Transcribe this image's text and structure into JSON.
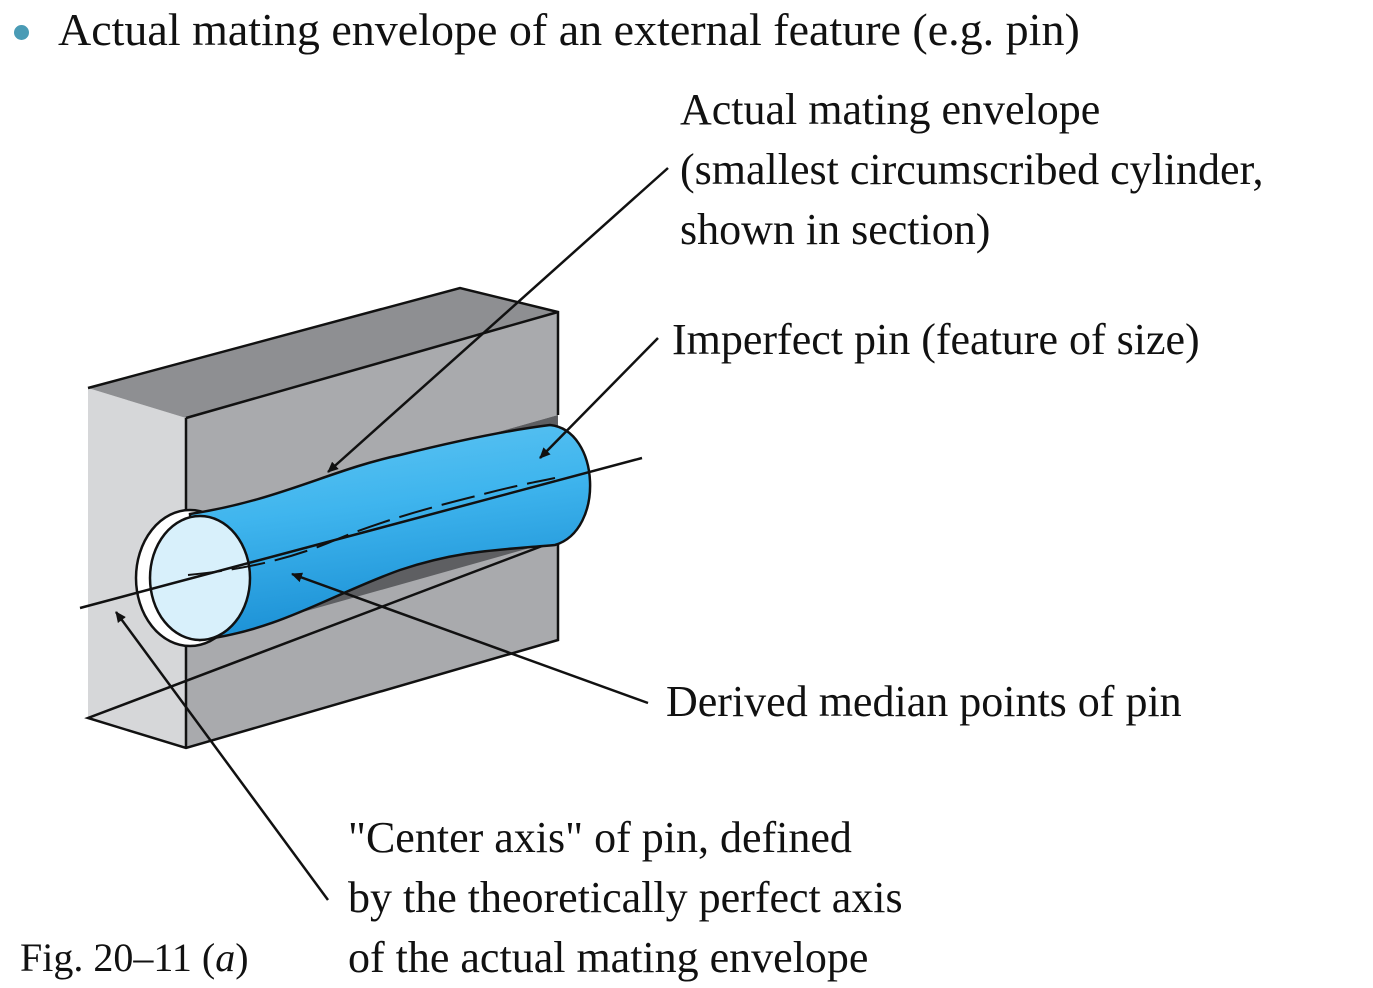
{
  "heading": {
    "text": "Actual mating envelope of an external feature (e.g. pin)"
  },
  "labels": {
    "envelope": {
      "lines": [
        "Actual mating envelope",
        "(smallest circumscribed cylinder,",
        "shown in section)"
      ]
    },
    "pin": {
      "lines": [
        "Imperfect pin (feature of size)"
      ]
    },
    "median": {
      "lines": [
        "Derived median points of pin"
      ]
    },
    "axis": {
      "lines": [
        "\"Center axis\" of pin, defined",
        "by the theoretically perfect axis",
        "of the actual mating envelope"
      ]
    }
  },
  "figure": {
    "prefix": "Fig. 20–11 (",
    "letter": "a",
    "suffix": ")"
  },
  "colors": {
    "bullet": "#4a9bb5",
    "block_front": "#d6d7d9",
    "block_top": "#8e8f92",
    "block_side": "#a9aaad",
    "groove": "#5e5f62",
    "pin_light": "#d8f0fb",
    "pin_mid": "#62c6f2",
    "pin_dark": "#1a8fd4",
    "line": "#111111"
  }
}
